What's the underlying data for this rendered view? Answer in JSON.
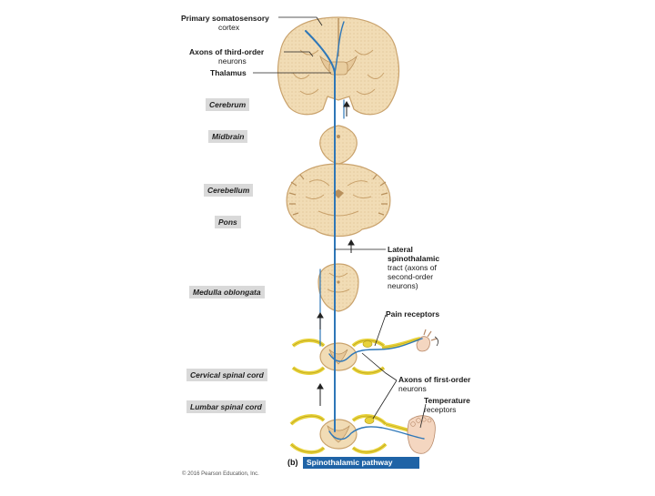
{
  "labels": {
    "primary_cortex_1": "Primary somatosensory",
    "primary_cortex_2": "cortex",
    "axons_third_1": "Axons of third-order",
    "axons_third_2": "neurons",
    "thalamus": "Thalamus",
    "lateral_1": "Lateral",
    "lateral_2": "spinothalamic",
    "lateral_3": "tract (axons of",
    "lateral_4": "second-order",
    "lateral_5": "neurons)",
    "pain_receptors": "Pain receptors",
    "axons_first_1": "Axons of first-order",
    "axons_first_2": "neurons",
    "temperature_1": "Temperature",
    "temperature_2": "receptors"
  },
  "regions": {
    "cerebrum": "Cerebrum",
    "midbrain": "Midbrain",
    "cerebellum": "Cerebellum",
    "pons": "Pons",
    "medulla": "Medulla oblongata",
    "cervical": "Cervical spinal cord",
    "lumbar": "Lumbar spinal cord"
  },
  "caption": {
    "letter": "(b)",
    "title": "Spinothalamic pathway"
  },
  "copyright": "© 2016 Pearson Education, Inc.",
  "colors": {
    "tissue": "#f1dcb5",
    "tissue_dark": "#d9b98a",
    "grey_matter": "#e6c89a",
    "nerve": "#e8d23a",
    "pathway": "#2e77b8",
    "label_bg": "#d9d9d9",
    "banner": "#1f63a6"
  }
}
